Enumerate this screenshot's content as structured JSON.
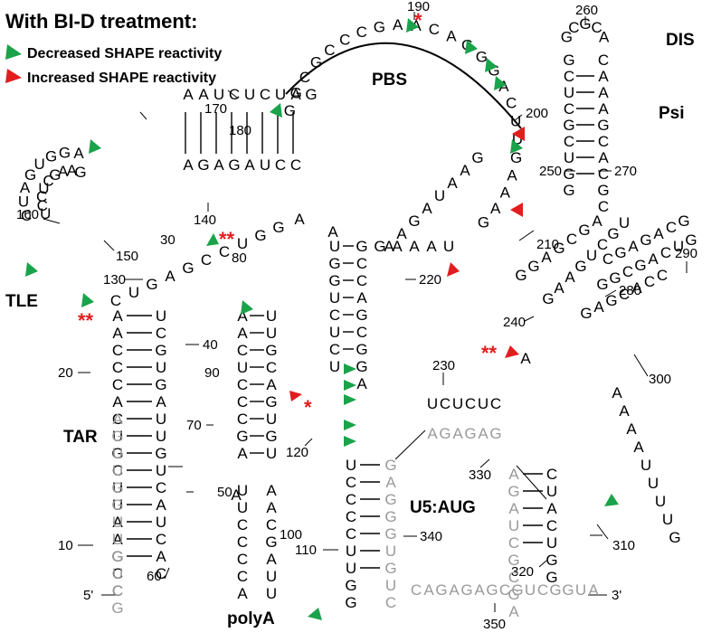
{
  "figure": {
    "heading": "With BI-D treatment:",
    "colors": {
      "decreased": "#1aa34a",
      "increased": "#e21d1d",
      "structure": "#000000",
      "grey": "#9a9a9a"
    },
    "legend": [
      {
        "text": "Decreased SHAPE reactivity",
        "color": "#1aa34a",
        "icon": "green-triangle-icon"
      },
      {
        "text": "Increased SHAPE reactivity",
        "color": "#e21d1d",
        "icon": "red-triangle-icon"
      }
    ],
    "domain_labels": [
      "PBS",
      "DIS",
      "Psi",
      "TLE",
      "TAR",
      "polyA",
      "U5:AUG"
    ],
    "position_numbers": [
      "190",
      "260",
      "170",
      "180",
      "200",
      "160",
      "150",
      "140",
      "250",
      "270",
      "30",
      "80",
      "210",
      "130",
      "220",
      "290",
      "280",
      "240",
      "40",
      "20",
      "90",
      "230",
      "300",
      "70",
      "120",
      "50",
      "330",
      "10",
      "100",
      "310",
      "340",
      "110",
      "320",
      "60",
      "350"
    ],
    "end_labels": [
      "5'",
      "3'"
    ],
    "asterisk_marks": [
      "*",
      "**",
      "**",
      "*",
      "**"
    ],
    "bases": {
      "pbs_loop": "GGCGCCCGAACAGGGACUUGAAAG",
      "tle_stem_5p": "GAUCUCUAAAGGUGAUC",
      "tle_stem_3p": "GAAGCUCCUAGAGAUCC",
      "dis_loop": "GCGCA",
      "tar_5p": "GGUCUCUCUGGUUAGACCAGAUC",
      "polyA_stem": "CUCAAUAAAGCUUGCCUUGAGUG",
      "u5_stem": "UGUGACUCUGGUAACUAGAGAUCC",
      "aug_region": "CAGAGAGCGUCGGUA",
      "polyU_tail": "AAAAUUUUG"
    }
  }
}
